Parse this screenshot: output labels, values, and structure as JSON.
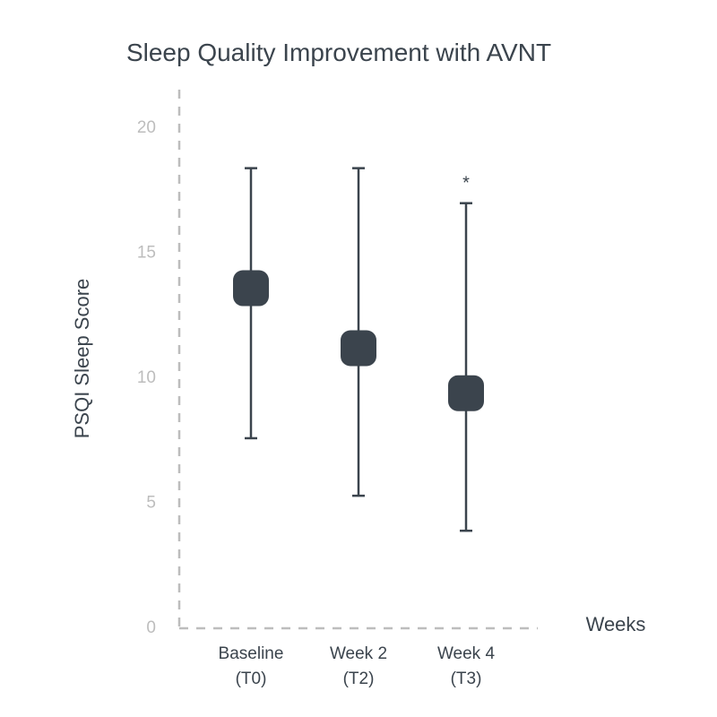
{
  "chart_data": {
    "type": "scatter",
    "title": "Sleep Quality Improvement with AVNT",
    "xlabel": "Weeks",
    "ylabel": "PSQI Sleep Score",
    "ylim": [
      0,
      20
    ],
    "yticks": [
      "0",
      "5",
      "10",
      "15",
      "20"
    ],
    "categories": [
      {
        "line1": "Baseline",
        "line2": "(T0)"
      },
      {
        "line1": "Week 2",
        "line2": "(T2)"
      },
      {
        "line1": "Week 4",
        "line2": "(T3)"
      }
    ],
    "series": [
      {
        "values": [
          13.6,
          11.2,
          9.4
        ],
        "lower": [
          7.6,
          5.3,
          3.9
        ],
        "upper": [
          18.4,
          18.4,
          17.0
        ],
        "annotations": [
          "",
          "",
          "*"
        ]
      }
    ],
    "grid": false,
    "colors": {
      "marker": "#3b444d",
      "errorbar": "#3b444d",
      "axis": "#bdbdbd",
      "ticks": "#bdbdbd",
      "text": "#3b444d"
    }
  }
}
